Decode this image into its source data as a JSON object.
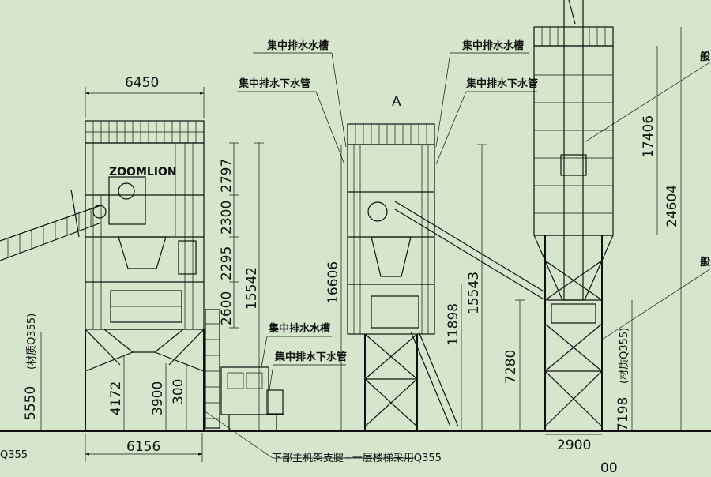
{
  "drawing": {
    "background_color": "#d6e6cc",
    "line_color": "#111111",
    "brand": "ZOOMLION",
    "view_label": "A"
  },
  "dimensions": {
    "left_top_width": "6450",
    "left_bottom_width": "6156",
    "tower_h1": "2797",
    "tower_h2": "2300",
    "tower_h3": "2295",
    "tower_h4": "2600",
    "tower_total": "15542",
    "leg_a": "4172",
    "leg_b": "3900",
    "leg_c": "300",
    "left_leg_height": "5550",
    "left_leg_material": "(材质Q355)",
    "left_edge_label": "Q355",
    "middle_height": "16606",
    "middle_b": "11898",
    "middle_c": "15543",
    "silo_height": "17406",
    "silo_total": "24604",
    "silo_leg": "7280",
    "silo_leg_b": "7198",
    "silo_leg_material": "(材质Q355)",
    "silo_base_width": "2900",
    "silo_partial_bottom": "00"
  },
  "annotations": {
    "note_water_trough_1": "集中排水水槽",
    "note_water_trough_2": "集中排水水槽",
    "note_drain_pipe_1": "集中排水下水管",
    "note_drain_pipe_2": "集中排水下水管",
    "note_water_trough_3": "集中排水水槽",
    "note_drain_pipe_3": "集中排水下水管",
    "note_bottom": "下部主机架支腿+一层楼梯采用Q355",
    "note_right_partial_1": "般",
    "note_right_partial_2": "般"
  }
}
